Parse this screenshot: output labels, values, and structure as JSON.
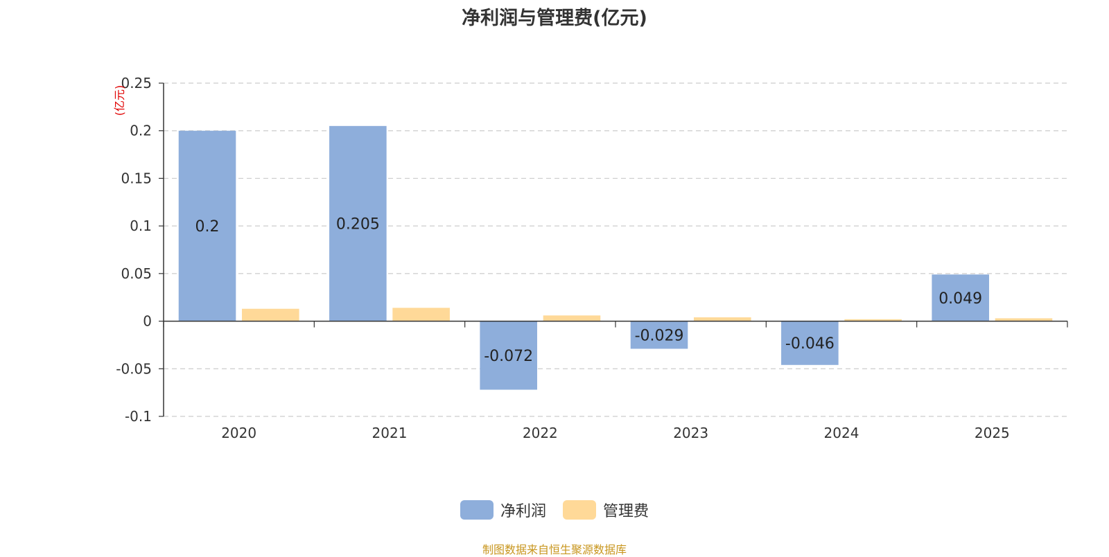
{
  "chart_data": {
    "type": "bar",
    "title": "净利润与管理费(亿元)",
    "ylabel": "(亿元)",
    "categories": [
      "2020",
      "2021",
      "2022",
      "2023",
      "2024",
      "2025"
    ],
    "series": [
      {
        "name": "净利润",
        "values": [
          0.2,
          0.205,
          -0.072,
          -0.029,
          -0.046,
          0.049
        ],
        "color": "#8eaedb",
        "show_labels": true
      },
      {
        "name": "管理费",
        "values": [
          0.013,
          0.014,
          0.006,
          0.004,
          0.002,
          0.003
        ],
        "color": "#ffd998",
        "show_labels": false
      }
    ],
    "ylim": [
      -0.1,
      0.25
    ],
    "yticks": [
      "0.25",
      "0.2",
      "0.15",
      "0.1",
      "0.05",
      "0",
      "-0.05",
      "-0.1"
    ],
    "ytick_values": [
      0.25,
      0.2,
      0.15,
      0.1,
      0.05,
      0,
      -0.05,
      -0.1
    ],
    "grid": true,
    "legend_position": "bottom-center"
  },
  "footer": {
    "source": "制图数据来自恒生聚源数据库"
  },
  "colors": {
    "axis": "#333333",
    "grid": "#cccccc",
    "unit": "#e00000",
    "footer": "#c8961e"
  }
}
